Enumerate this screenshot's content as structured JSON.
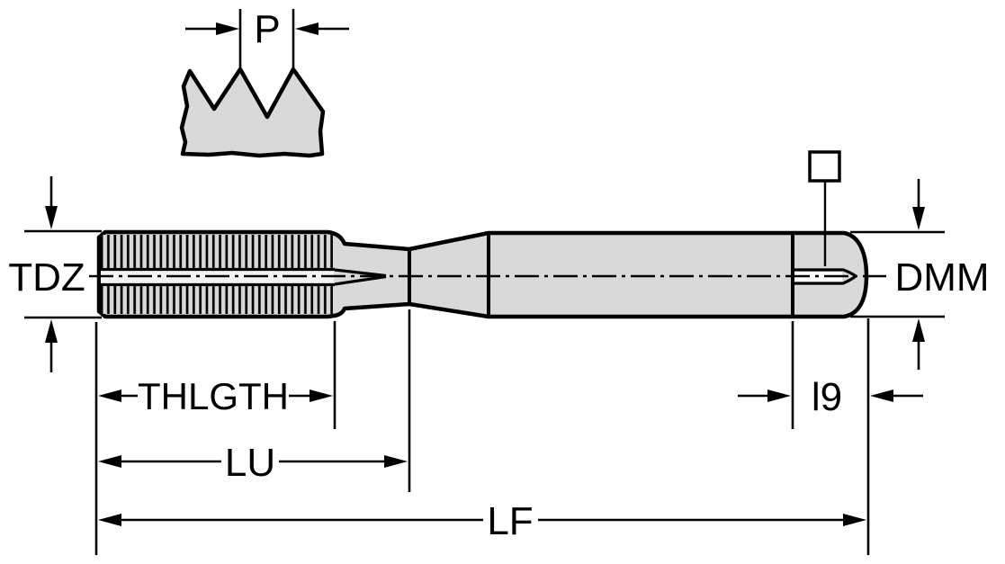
{
  "diagram": {
    "kind": "engineering-dimension-drawing",
    "subject": "machine tap side view with thread pitch detail",
    "colors": {
      "background": "#ffffff",
      "body_fill": "#d9d9d9",
      "flute_fill": "#f2f2f2",
      "square_face_fill": "#ffffff",
      "line": "#000000"
    },
    "labels": {
      "pitch": "P",
      "thread_diameter": "TDZ",
      "shank_diameter": "DMM",
      "thread_length": "THLGTH",
      "usable_length": "LU",
      "overall_length": "LF",
      "square_length": "l9"
    },
    "symbols": {
      "square_drive": "square-drive-symbol"
    }
  }
}
